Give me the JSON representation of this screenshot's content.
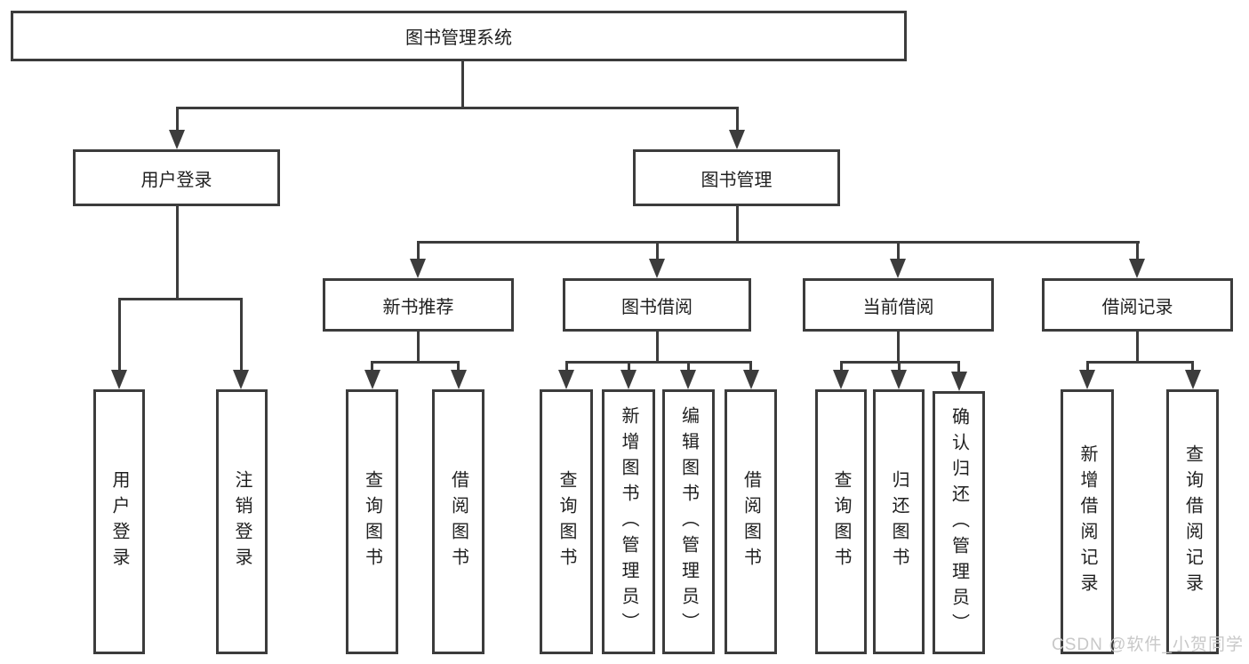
{
  "diagram": {
    "root": "图书管理系统",
    "branches": [
      {
        "label": "用户登录",
        "leaves": [
          "用户登录",
          "注销登录"
        ]
      },
      {
        "label": "图书管理",
        "groups": [
          {
            "label": "新书推荐",
            "leaves": [
              "查询图书",
              "借阅图书"
            ]
          },
          {
            "label": "图书借阅",
            "leaves": [
              "查询图书",
              "新增图书（管理员）",
              "编辑图书（管理员）",
              "借阅图书"
            ]
          },
          {
            "label": "当前借阅",
            "leaves": [
              "查询图书",
              "归还图书",
              "确认归还（管理员）"
            ]
          },
          {
            "label": "借阅记录",
            "leaves": [
              "新增借阅记录",
              "查询借阅记录"
            ]
          }
        ]
      }
    ]
  },
  "watermark": {
    "text": "CSDN @软件_小贺同学"
  },
  "colors": {
    "line": "#3c3c3c",
    "text": "#1f1f1f",
    "watermark": "#c8c8c8",
    "background": "#ffffff"
  }
}
